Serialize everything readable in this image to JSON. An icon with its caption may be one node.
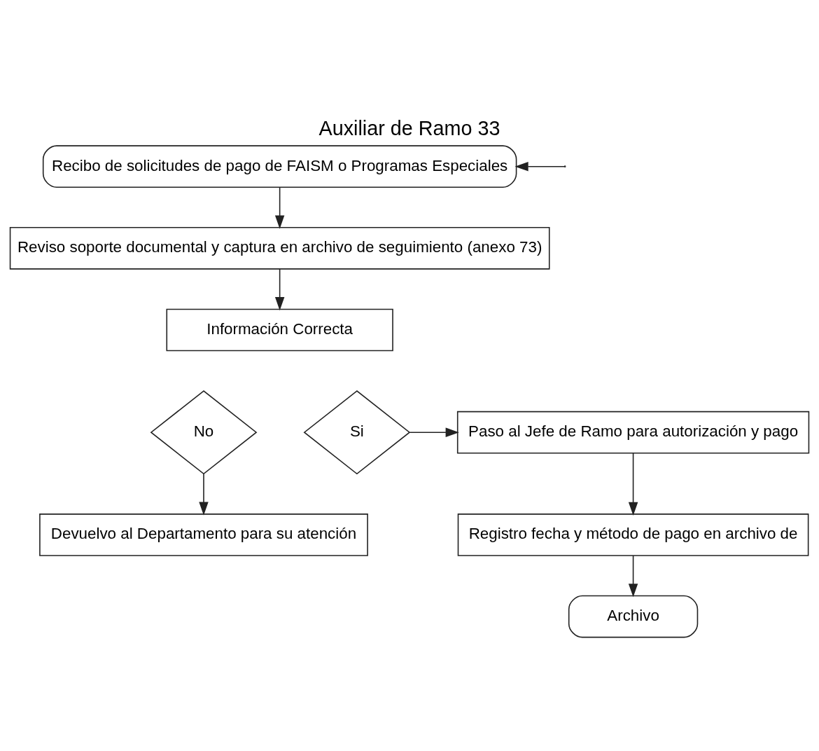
{
  "diagram": {
    "title": "Auxiliar de Ramo 33",
    "nodes": [
      {
        "text": [
          "Recibo de solicitudes de pago de FAISM o Programas Especiales"
        ]
      },
      {
        "text": [
          "Reviso soporte documental y captura en archivo de seguimiento (anexo 73)"
        ]
      },
      {
        "text": [
          "Información Correcta"
        ]
      },
      {
        "text": [
          "No"
        ]
      },
      {
        "text": [
          "Si"
        ]
      },
      {
        "text": [
          "Paso al Jefe de Ramo para autorización y pago"
        ]
      },
      {
        "text": [
          "Registro fecha y método de pago en archivo de"
        ]
      },
      {
        "text": [
          "Devuelvo al Departamento para su atención"
        ]
      },
      {
        "text": [
          "Archivo"
        ]
      }
    ],
    "edges": [
      {
        "from": 0,
        "to": 1,
        "arrow": "to"
      },
      {
        "from": 1,
        "to": 2,
        "arrow": "to"
      },
      {
        "from": 4,
        "to": 5,
        "arrow": "to"
      },
      {
        "from": 5,
        "to": 6,
        "arrow": "to"
      },
      {
        "from": 6,
        "to": 8,
        "arrow": "to"
      },
      {
        "from": 3,
        "to": 7,
        "arrow": "to"
      },
      {
        "from": null,
        "to": 0,
        "arrow": "to"
      }
    ]
  }
}
